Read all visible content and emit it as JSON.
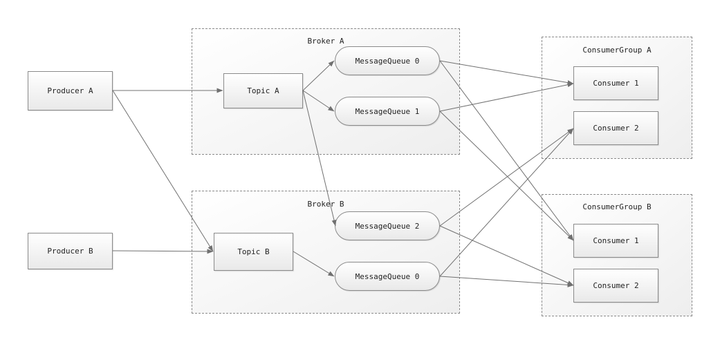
{
  "groups": {
    "broker_a": "Broker A",
    "broker_b": "Broker B",
    "consumer_group_a": "ConsumerGroup A",
    "consumer_group_b": "ConsumerGroup B"
  },
  "producers": {
    "a": "Producer A",
    "b": "Producer B"
  },
  "topics": {
    "a": "Topic A",
    "b": "Topic B"
  },
  "queues": {
    "broker_a_q0": "MessageQueue 0",
    "broker_a_q1": "MessageQueue 1",
    "broker_b_q2": "MessageQueue 2",
    "broker_b_q0": "MessageQueue 0"
  },
  "consumers": {
    "group_a_c1": "Consumer 1",
    "group_a_c2": "Consumer 2",
    "group_b_c1": "Consumer 1",
    "group_b_c2": "Consumer 2"
  },
  "colors": {
    "line": "#707070",
    "border": "#8a8a8a"
  }
}
